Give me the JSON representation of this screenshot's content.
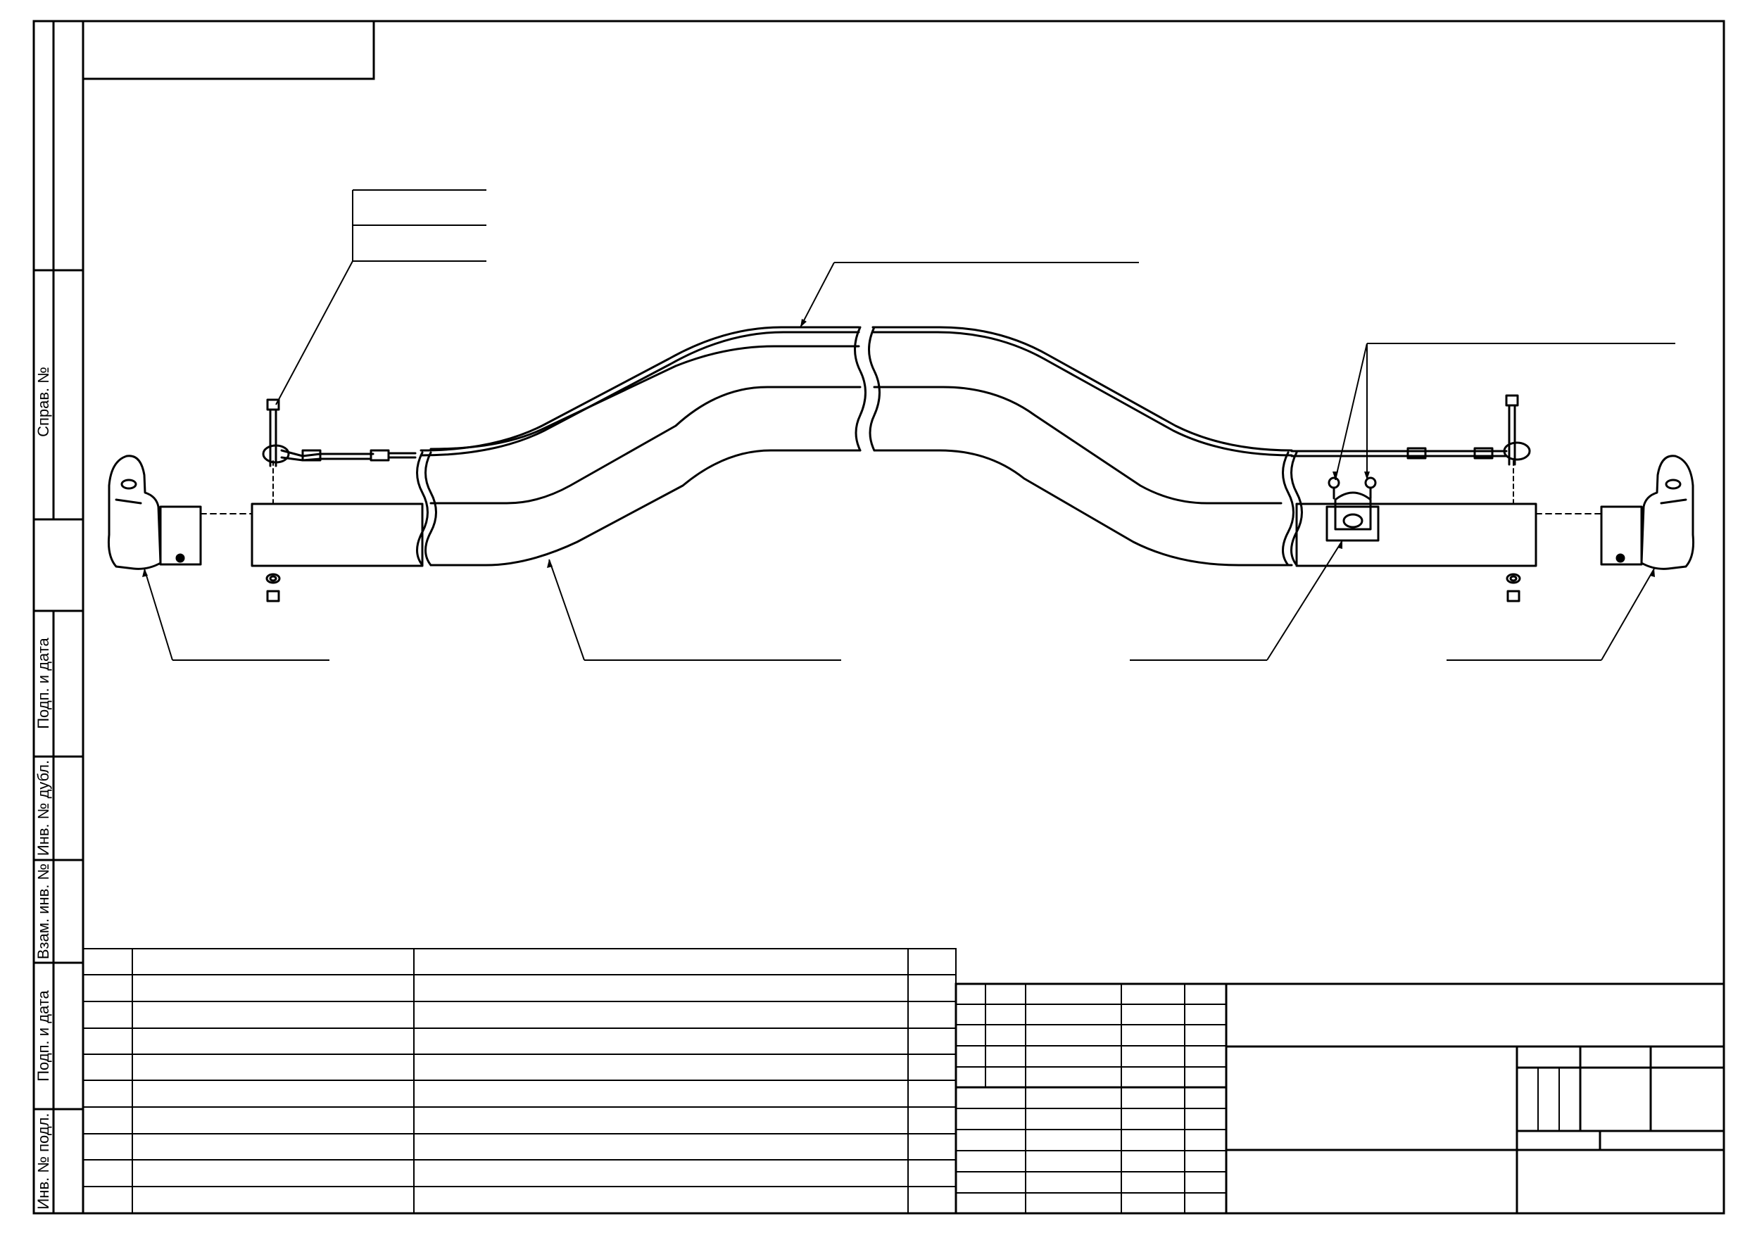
{
  "drawing": {
    "side_stamp": {
      "sprav_no": "Справ. №",
      "podp_data_1": "Подп. и дата",
      "inv_dubl": "Инв. № дубл.",
      "vzam_inv": "Взам. инв. №",
      "podp_data_2": "Подп. и дата",
      "inv_podl": "Инв. № подл."
    },
    "colors": {
      "line": "#000000",
      "background": "#ffffff"
    }
  }
}
